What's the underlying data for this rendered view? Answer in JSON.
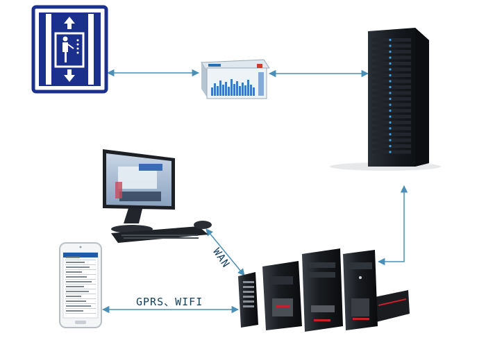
{
  "labels": {
    "wan": "WAN",
    "gprs_wifi": "GPRS、WIFI"
  },
  "nodes": [
    {
      "id": "elevator-sign",
      "icon": "elevator-icon"
    },
    {
      "id": "gateway-device",
      "icon": "router-icon"
    },
    {
      "id": "rack-server",
      "icon": "server-rack-icon"
    },
    {
      "id": "desktop-computer",
      "icon": "computer-icon"
    },
    {
      "id": "smartphone",
      "icon": "phone-icon"
    },
    {
      "id": "server-cluster",
      "icon": "server-cluster-icon"
    }
  ],
  "colors": {
    "arrow": "#4a8fb5",
    "sign_border": "#1b2f8c",
    "label": "#0f3d5e",
    "server_dark": "#15181c",
    "server_led": "#3fa0e6"
  }
}
